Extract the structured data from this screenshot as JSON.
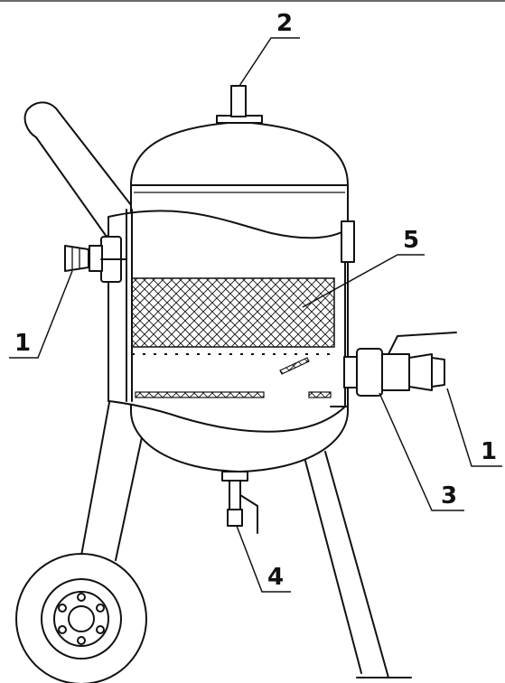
{
  "callouts": [
    {
      "id": "c1a",
      "label": "1"
    },
    {
      "id": "c1b",
      "label": "1"
    },
    {
      "id": "c2",
      "label": "2"
    },
    {
      "id": "c3",
      "label": "3"
    },
    {
      "id": "c4",
      "label": "4"
    },
    {
      "id": "c5",
      "label": "5"
    }
  ],
  "colors": {
    "line": "#111111",
    "background": "#ffffff"
  }
}
